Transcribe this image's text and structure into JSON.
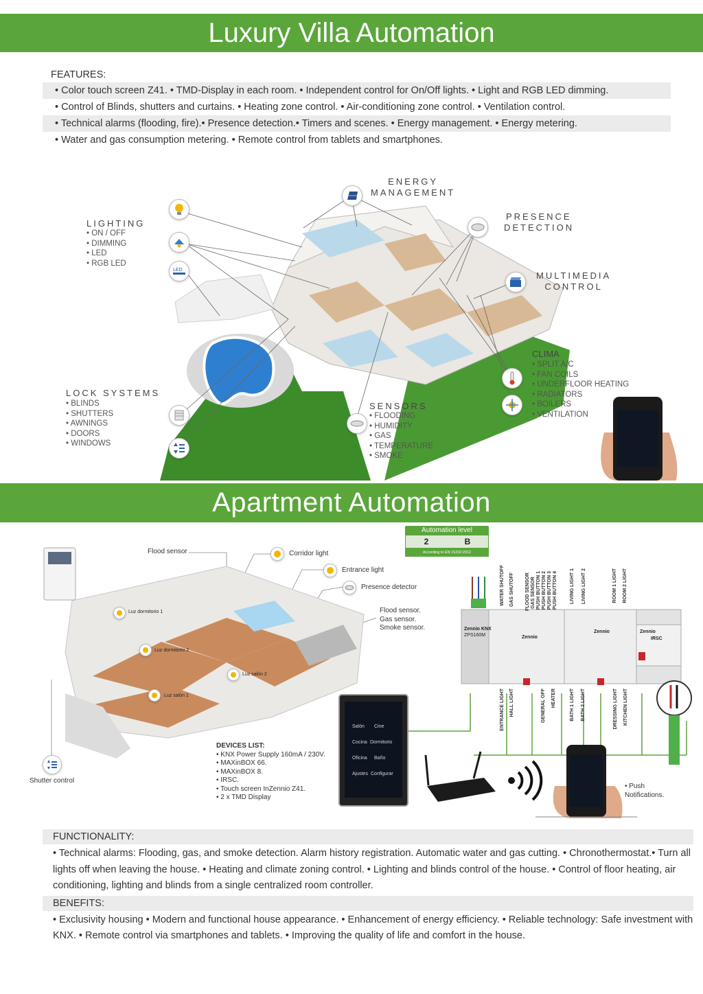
{
  "villa": {
    "title": "Luxury Villa Automation",
    "features_heading": "FEATURES:",
    "features": [
      "• Color touch screen Z41. • TMD-Display in each room. • Independent control for On/Off lights. • Light and RGB LED dimming.",
      "• Control of Blinds, shutters and curtains. • Heating zone control. • Air-conditioning zone control. • Ventilation control.",
      "• Technical alarms (flooding, fire).• Presence detection.• Timers and scenes. • Energy management. • Energy metering.",
      "• Water and gas consumption metering. • Remote control from tablets and smartphones."
    ],
    "energy": {
      "line1": "ENERGY",
      "line2": "MANAGEMENT"
    },
    "presence": {
      "line1": "PRESENCE",
      "line2": "DETECTION"
    },
    "multimedia": {
      "line1": "MULTIMEDIA",
      "line2": "CONTROL"
    },
    "lighting": {
      "title": "LIGHTING",
      "items": [
        "• ON / OFF",
        "• DIMMING",
        "• LED",
        "• RGB LED"
      ]
    },
    "lock": {
      "title": "LOCK SYSTEMS",
      "items": [
        "• BLINDS",
        "• SHUTTERS",
        "• AWNINGS",
        "• DOORS",
        "• WINDOWS"
      ]
    },
    "sensors": {
      "title": "SENSORS",
      "items": [
        "• FLOODING",
        "• HUMIDITY",
        "• GAS",
        "• TEMPERATURE",
        "• SMOKE"
      ]
    },
    "clima": {
      "title": "CLIMA",
      "items": [
        "• SPLIT A/C",
        "• FAN COILS",
        "• UNDERFLOOR HEATING",
        "• RADIATORS",
        "• BOILERS",
        "• VENTILATION"
      ]
    },
    "led_icon_text": "LED"
  },
  "apartment": {
    "title": "Apartment Automation",
    "level": {
      "header": "Automation level",
      "value1": "2",
      "value2": "B",
      "footer": "According to EN 15232:2012"
    },
    "labels": {
      "flood_sensor": "Flood sensor",
      "corridor_light": "Corridor light",
      "entrance_light": "Entrance light",
      "presence_detector": "Presence detector",
      "sensors_group": [
        "Flood sensor.",
        "Gas sensor.",
        "Smoke sensor."
      ],
      "shutter_control": "Shutter control",
      "push": [
        "• Push",
        "Notifications."
      ]
    },
    "room_tags": [
      "Luz dormitorio 1",
      "Luz dormitorio 2",
      "Luz salón 2",
      "Luz salón 1"
    ],
    "devices": {
      "title": "DEVICES LIST:",
      "items": [
        "• KNX Power Supply 160mA / 230V.",
        "• MAXinBOX 66.",
        "• MAXinBOX 8.",
        "• IRSC.",
        "• Touch screen InZennio Z41.",
        "• 2 x TMD Display"
      ]
    },
    "channels_top": [
      "WATER SHUTOFF",
      "GAS SHUTOFF",
      "FLOOD SENSOR",
      "GAS SENSOR",
      "PUSH BUTTON 1",
      "PUSH BUTTON 2",
      "PUSH BUTTON 3",
      "PUSH BUTTON 4",
      "LIVING LIGHT 1",
      "LIVING LIGHT 2",
      "ROOM 1 LIGHT",
      "ROOM 2 LIGHT"
    ],
    "channels_bottom": [
      "ENTRANCE LIGHT",
      "HALL LIGHT",
      "GENERAL OFF",
      "HEATER",
      "BATH 1 LIGHT",
      "BATH 2 LIGHT",
      "DRESSING LIGHT",
      "KITCHEN LIGHT"
    ],
    "module_labels": [
      "Zennio KNX",
      "ZPS160M",
      "Zennio",
      "Zennio",
      "Zennio",
      "IRSC"
    ],
    "screen_items": [
      "Salón",
      "Cine",
      "Cocina",
      "Dormitorio",
      "Oficina",
      "Baño",
      "Ajustes",
      "Configurar"
    ],
    "functionality_heading": "FUNCTIONALITY:",
    "functionality_text": "• Technical alarms: Flooding, gas, and smoke detection. Alarm history registration. Automatic water and gas cutting. • Chronothermostat.• Turn all lights off  when leaving the house. • Heating and climate zoning control. • Lighting and blinds control of the house. • Control of floor heating, air conditioning, lighting and blinds from a single centralized room controller.",
    "benefits_heading": "BENEFITS:",
    "benefits_text": "• Exclusivity housing • Modern and functional house appearance. • Enhancement of energy efficiency. • Reliable technology: Safe investment with KNX. • Remote control via smartphones and tablets. • Improving the quality of life and comfort in the house."
  },
  "colors": {
    "accent_green": "#5aa63a",
    "row_shade": "#ebebeb",
    "bulb_yellow": "#f2b705",
    "pool_blue": "#2f7fd0"
  },
  "icons": [
    "solar-panel-icon",
    "presence-sensor-icon",
    "film-clapper-icon",
    "bulb-icon",
    "ceiling-lamp-icon",
    "led-strip-icon",
    "thermometer-icon",
    "snow-sun-icon",
    "blind-icon",
    "shutter-updown-icon",
    "smoke-sensor-icon",
    "wifi-signal-icon",
    "router-icon",
    "smartphone-icon",
    "touch-panel-icon"
  ]
}
